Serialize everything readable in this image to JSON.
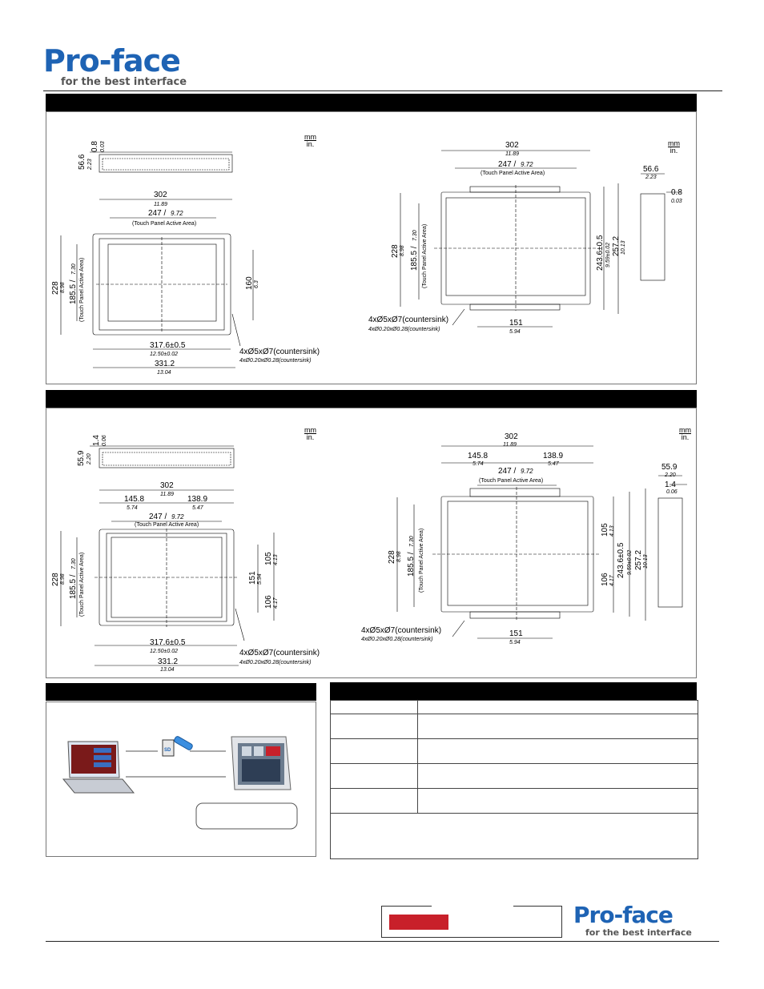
{
  "header": {
    "brand": "Pro-face",
    "tagline": "for the best interface"
  },
  "units": {
    "mm": "mm",
    "in": "in."
  },
  "drawing1": {
    "left": {
      "depth_mm": "56.6",
      "depth_in": "2.23",
      "flange_mm": "0.8",
      "flange_in": "0.03",
      "width_mm": "302",
      "width_in": "11.89",
      "active_w": "247 /",
      "active_w_in": "9.72",
      "active_label": "(Touch Panel Active Area)",
      "height_mm": "228",
      "height_in": "8.98",
      "active_h": "185.5 /",
      "active_h_in": "7.30",
      "active_label_v": "(Touch Panel Active Area)",
      "side_mm": "160",
      "side_in": "6.3",
      "mount_w": "317.6±0.5",
      "mount_w_in": "12.50±0.02",
      "hole": "4xØ5xØ7(countersink)",
      "hole_in": "4xØ0.20xØ0.28(countersink)",
      "outer_w": "331.2",
      "outer_w_in": "13.04"
    },
    "right": {
      "width_mm": "302",
      "width_in": "11.89",
      "active_w": "247 /",
      "active_w_in": "9.72",
      "active_label": "(Touch Panel Active Area)",
      "height_mm": "228",
      "height_in": "8.98",
      "active_h": "185.5 /",
      "active_h_in": "7.30",
      "active_label_v": "(Touch Panel Active Area)",
      "mount_h": "243.6±0.5",
      "mount_h_in": "9.59±0.02",
      "outer_h": "257.2",
      "outer_h_in": "10.13",
      "depth_mm": "56.6",
      "depth_in": "2.23",
      "flange_mm": "0.8",
      "flange_in": "0.03",
      "hole": "4xØ5xØ7(countersink)",
      "hole_in": "4xØ0.20xØ0.28(countersink)",
      "bottom_mm": "151",
      "bottom_in": "5.94"
    }
  },
  "drawing2": {
    "left": {
      "depth_mm": "55.9",
      "depth_in": "2.20",
      "flange_mm": "1.4",
      "flange_in": "0.06",
      "width_mm": "302",
      "width_in": "11.89",
      "half_l": "145.8",
      "half_l_in": "5.74",
      "half_r": "138.9",
      "half_r_in": "5.47",
      "active_w": "247 /",
      "active_w_in": "9.72",
      "active_label": "(Touch Panel Active Area)",
      "height_mm": "228",
      "height_in": "8.98",
      "active_h": "185.5 /",
      "active_h_in": "7.30",
      "active_label_v": "(Touch Panel Active Area)",
      "side_mm": "151",
      "side_in": "5.94",
      "up_mm": "105",
      "up_in": "4.13",
      "down_mm": "106",
      "down_in": "4.17",
      "mount_w": "317.6±0.5",
      "mount_w_in": "12.50±0.02",
      "hole": "4xØ5xØ7(countersink)",
      "hole_in": "4xØ0.20xØ0.28(countersink)",
      "outer_w": "331.2",
      "outer_w_in": "13.04"
    },
    "right": {
      "width_mm": "302",
      "width_in": "11.89",
      "half_l": "145.8",
      "half_l_in": "5.74",
      "half_r": "138.9",
      "half_r_in": "5.47",
      "active_w": "247 /",
      "active_w_in": "9.72",
      "active_label": "(Touch Panel Active Area)",
      "height_mm": "228",
      "height_in": "8.98",
      "active_h": "185.5 /",
      "active_h_in": "7.30",
      "active_label_v": "(Touch Panel Active Area)",
      "up_mm": "105",
      "up_in": "4.13",
      "down_mm": "106",
      "down_in": "4.17",
      "mount_h": "243.6±0.5",
      "mount_h_in": "9.59±0.02",
      "outer_h": "257.2",
      "outer_h_in": "10.13",
      "depth_mm": "55.9",
      "depth_in": "2.20",
      "flange_mm": "1.4",
      "flange_in": "0.06",
      "hole": "4xØ5xØ7(countersink)",
      "hole_in": "4xØ0.20xØ0.28(countersink)",
      "bottom_mm": "151",
      "bottom_in": "5.94"
    }
  },
  "sd_label": "SD",
  "footer": {
    "brand": "Pro-face",
    "tagline": "for the best interface"
  },
  "colors": {
    "brand_blue": "#1e63b4",
    "accent_red": "#c8202a"
  }
}
